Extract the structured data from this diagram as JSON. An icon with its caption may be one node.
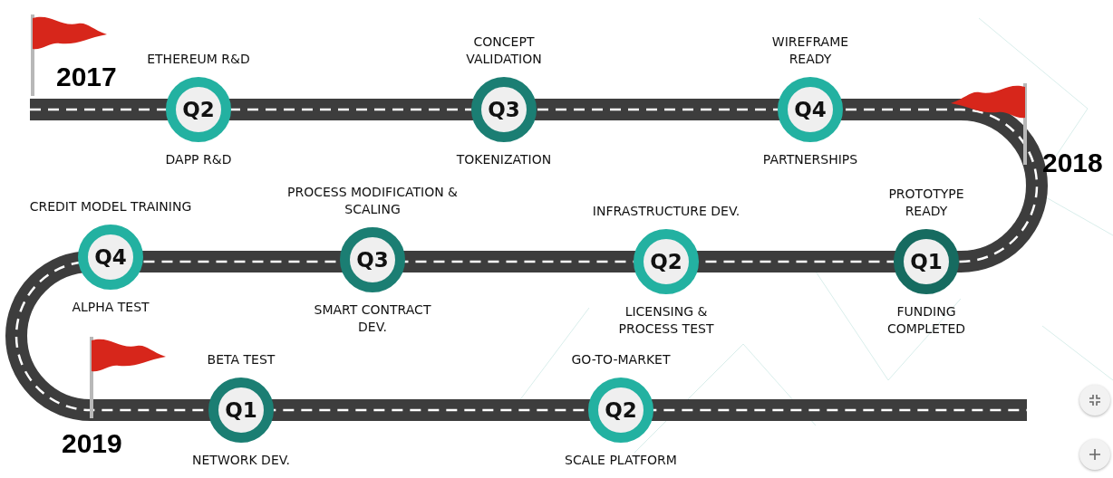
{
  "diagram": {
    "nodes": [
      {
        "text": [
          "Q2"
        ],
        "beside": [
          "ETHEREUM R&D",
          "DAPP R&D"
        ]
      },
      {
        "text": [
          "Q3"
        ],
        "beside": [
          "CONCEPT VALIDATION",
          "TOKENIZATION"
        ]
      },
      {
        "text": [
          "Q4"
        ],
        "beside": [
          "WIREFRAME READY",
          "PARTNERSHIPS"
        ]
      },
      {
        "text": [
          "Q1"
        ],
        "beside": [
          "PROTOTYPE READY",
          "FUNDING COMPLETED"
        ]
      },
      {
        "text": [
          "Q2"
        ],
        "beside": [
          "INFRASTRUCTURE DEV.",
          "LICENSING & PROCESS TEST"
        ]
      },
      {
        "text": [
          "Q3"
        ],
        "beside": [
          "PROCESS MODIFICATION & SCALING",
          "SMART CONTRACT DEV."
        ]
      },
      {
        "text": [
          "Q4"
        ],
        "beside": [
          "CREDIT MODEL TRAINING",
          "ALPHA TEST"
        ]
      },
      {
        "text": [
          "Q1"
        ],
        "beside": [
          "BETA TEST",
          "NETWORK DEV."
        ]
      },
      {
        "text": [
          "Q2"
        ],
        "beside": [
          "GO-TO-MARKET",
          "SCALE PLATFORM"
        ]
      }
    ],
    "labels": [
      "2017",
      "2018",
      "2019"
    ]
  }
}
